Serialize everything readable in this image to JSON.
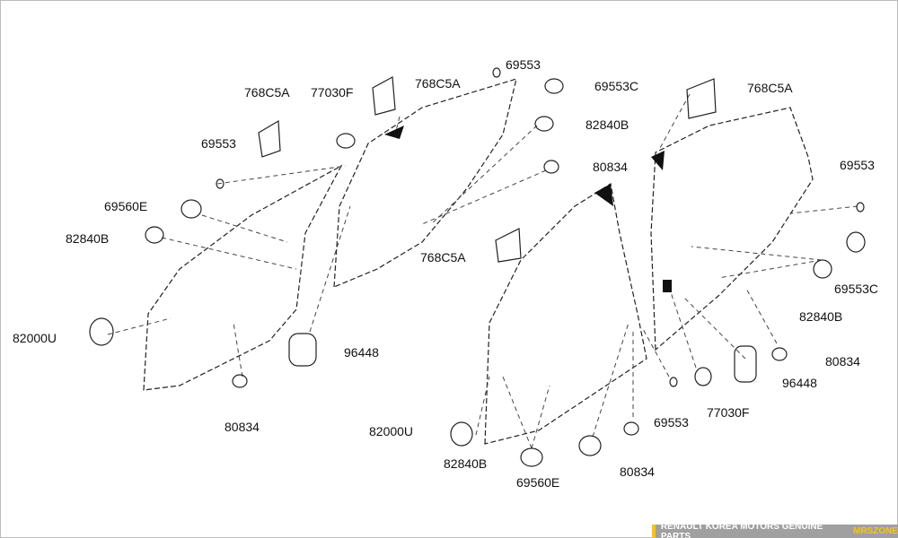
{
  "callouts": [
    "768C5A",
    "77030F",
    "69553",
    "69560E",
    "82840B",
    "82000U",
    "96448",
    "80834",
    "768C5A",
    "69553",
    "69553C",
    "82840B",
    "80834",
    "768C5A",
    "82000U",
    "82840B",
    "69560E",
    "80834",
    "69553",
    "77030F",
    "96448",
    "80834",
    "82840B",
    "69553C",
    "69553",
    "768C5A"
  ],
  "footer": {
    "text": "RENAULT KOREA MOTORS GENUINE PARTS",
    "brand": "MRSZONE"
  },
  "colors": {
    "footer_bg": "#a0a0a0",
    "brand": "#f5c518"
  }
}
